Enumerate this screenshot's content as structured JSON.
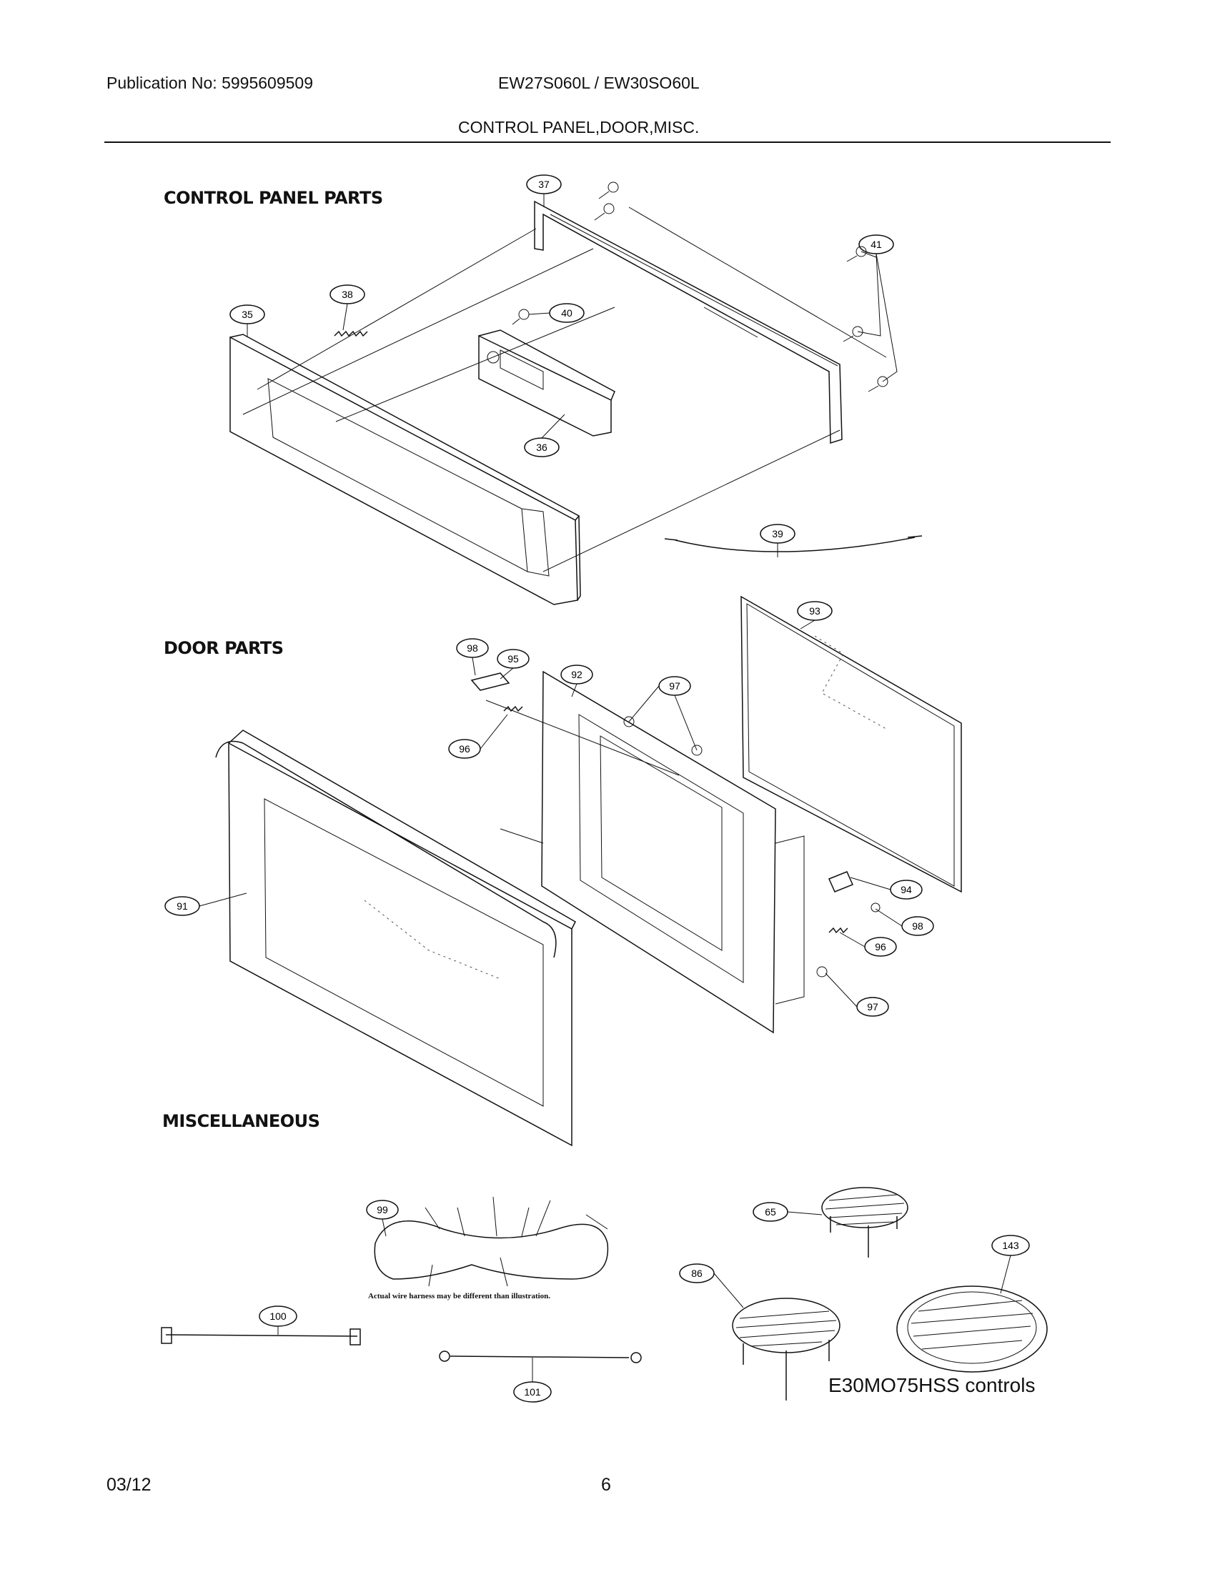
{
  "header": {
    "publication": "Publication No: 5995609509",
    "models": "EW27S060L / EW30SO60L",
    "title": "CONTROL PANEL,DOOR,MISC."
  },
  "sections": {
    "control_panel": "CONTROL PANEL PARTS",
    "door": "DOOR PARTS",
    "misc": "MISCELLANEOUS"
  },
  "callouts": {
    "c37": "37",
    "c41": "41",
    "c38": "38",
    "c35": "35",
    "c40": "40",
    "c36": "36",
    "c39": "39",
    "c93": "93",
    "c98a": "98",
    "c95": "95",
    "c92": "92",
    "c97a": "97",
    "c96a": "96",
    "c91": "91",
    "c94": "94",
    "c98b": "98",
    "c96b": "96",
    "c97b": "97",
    "c99": "99",
    "c65": "65",
    "c143": "143",
    "c86": "86",
    "c100": "100",
    "c101": "101"
  },
  "notes": {
    "harness": "Actual wire harness may be different than illustration."
  },
  "caption": "E30MO75HSS controls",
  "footer": {
    "date": "03/12",
    "page": "6"
  }
}
